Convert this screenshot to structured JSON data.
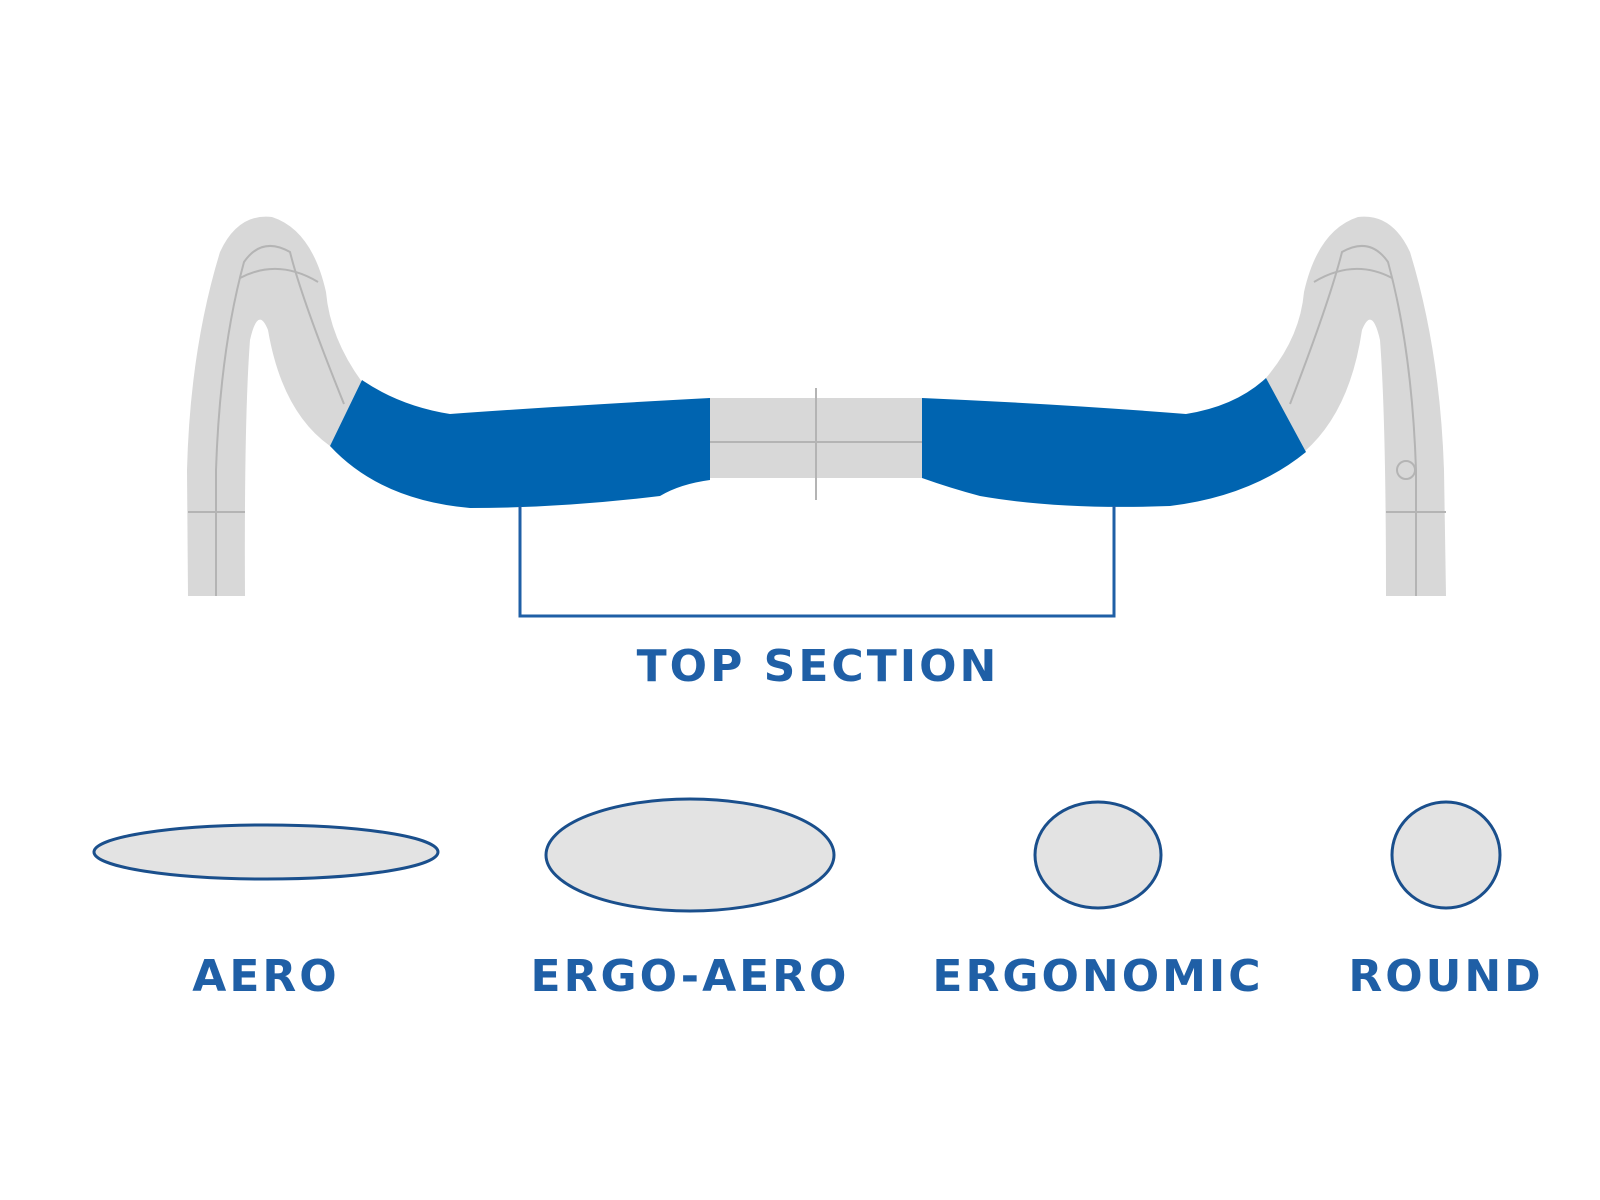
{
  "colors": {
    "blue": "#0064b0",
    "outline_blue": "#1a4f8c",
    "label_blue": "#1f5fa6",
    "bar_grey": "#d8d8d8",
    "line_grey": "#a8a8a8",
    "shape_fill": "#e3e3e3",
    "background": "#ffffff"
  },
  "handlebar": {
    "top_section_label": "TOP SECTION"
  },
  "profiles": [
    {
      "id": "aero",
      "label": "AERO"
    },
    {
      "id": "ergo-aero",
      "label": "ERGO-AERO"
    },
    {
      "id": "ergonomic",
      "label": "ERGONOMIC"
    },
    {
      "id": "round",
      "label": "ROUND"
    }
  ]
}
